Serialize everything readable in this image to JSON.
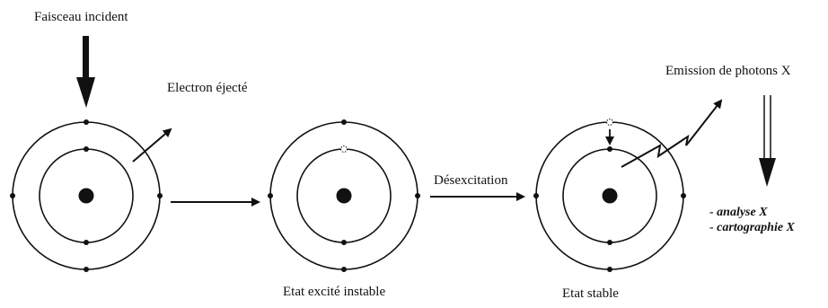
{
  "labels": {
    "incident_beam": "Faisceau incident",
    "ejected_electron": "Electron éjecté",
    "deexcitation": "Désexcitation",
    "photon_emission": "Emission de photons X",
    "unstable_excited_state": "Etat excité instable",
    "stable_state": "Etat stable",
    "analysis_x": "- analyse X",
    "mapping_x": "- cartographie X"
  },
  "atoms": [
    {
      "state": "initial",
      "electron_shells": 2,
      "electrons_outer": 4,
      "electrons_inner": 2,
      "vacancy": "none"
    },
    {
      "state": "excited-unstable",
      "electron_shells": 2,
      "electrons_outer": 4,
      "electrons_inner": 1,
      "vacancy": "inner-top"
    },
    {
      "state": "stable",
      "electron_shells": 2,
      "electrons_outer": 3,
      "electrons_inner": 2,
      "vacancy": "outer-top"
    }
  ],
  "colors": {
    "ink": "#111111",
    "background": "#ffffff"
  }
}
